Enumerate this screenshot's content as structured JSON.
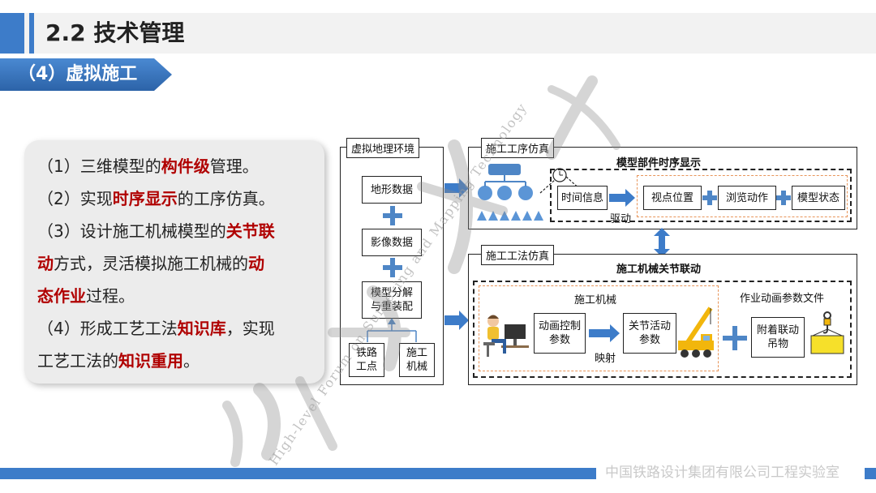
{
  "header": {
    "title": "2.2 技术管理",
    "subtitle_tab": "（4）虚拟施工"
  },
  "left_panel": {
    "lines": [
      {
        "parts": [
          {
            "t": "（1）三维模型的"
          },
          {
            "t": "构件级",
            "hl": true
          },
          {
            "t": "管理。"
          }
        ]
      },
      {
        "parts": [
          {
            "t": "（2）实现"
          },
          {
            "t": "时序显示",
            "hl": true
          },
          {
            "t": "的工序仿真。"
          }
        ]
      },
      {
        "parts": [
          {
            "t": "（3）设计施工机械模型的"
          },
          {
            "t": "关节联",
            "hl": true
          }
        ]
      },
      {
        "parts": [
          {
            "t": "动",
            "hl": true
          },
          {
            "t": "方式，灵活模拟施工机械的"
          },
          {
            "t": "动",
            "hl": true
          }
        ]
      },
      {
        "parts": [
          {
            "t": "态作业",
            "hl": true
          },
          {
            "t": "过程。"
          }
        ]
      },
      {
        "parts": [
          {
            "t": "（4）形成工艺工法"
          },
          {
            "t": "知识库",
            "hl": true
          },
          {
            "t": "，实现"
          }
        ]
      },
      {
        "parts": [
          {
            "t": "工艺工法的"
          },
          {
            "t": "知识重用",
            "hl": true
          },
          {
            "t": "。"
          }
        ]
      }
    ]
  },
  "virtual_env": {
    "title": "虚拟地理环境",
    "terrain": "地形数据",
    "imagery": "影像数据",
    "model": "模型分解\n与重装配",
    "railway": "铁路\n工点",
    "machinery": "施工\n机械"
  },
  "process_sim": {
    "title": "施工工序仿真",
    "inner_title": "模型部件时序显示",
    "time_info": "时间信息",
    "drive": "驱动",
    "viewpoint": "视点位置",
    "browse": "浏览动作",
    "model_state": "模型状态"
  },
  "method_sim": {
    "title": "施工工法仿真",
    "inner_title": "施工机械关节联动",
    "machinery_label": "施工机械",
    "anim_control": "动画控制\n参数",
    "mapping": "映射",
    "joint_params": "关节活动\n参数",
    "param_file_label": "作业动画参数文件",
    "attached": "附着联动\n吊物"
  },
  "watermark": {
    "text": "High-level Forum on Surveying and Mapping Technology"
  },
  "footer": {
    "org": "中国铁路设计集团有限公司工程实验室"
  },
  "colors": {
    "accent_blue": "#3d7cc9",
    "plus_blue": "#4e86c6",
    "highlight_red": "#b00000",
    "dashed_orange": "#e8955a",
    "footer_text": "#c9c9c9"
  }
}
